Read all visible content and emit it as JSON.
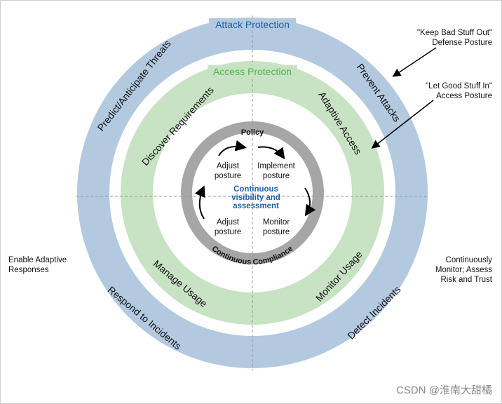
{
  "outer_ring": {
    "title": "Attack Protection",
    "labels": [
      "Predict/Anticipate Threats",
      "Prevent Attacks",
      "Respond to Incidents",
      "Detect Incidents"
    ],
    "color": "#b3c9df",
    "title_color": "#1f5fa8"
  },
  "middle_ring": {
    "title": "Access Protection",
    "labels": [
      "Discover Requirements",
      "Adaptive Access",
      "Manage Usage",
      "Monitor Usage"
    ],
    "color": "#c8e2c4",
    "title_color": "#4cb848"
  },
  "inner_ring": {
    "top_label": "Policy",
    "bottom_label": "Continuous Compliance",
    "color": "#a6a6a6",
    "steps": [
      "Adjust posture",
      "Implement posture",
      "Adjust posture",
      "Monitor posture"
    ],
    "center": "Continuous visibility and assessment",
    "center_color": "#1f5fa8"
  },
  "annotations": {
    "defense": "\"Keep Bad Stuff Out\" Defense Posture",
    "access": "\"Let Good Stuff In\" Access Posture",
    "left": "Enable Adaptive Responses",
    "right": "Continuously Monitor; Assess Risk and Trust"
  },
  "watermark": "CSDN @淮南大甜橘"
}
